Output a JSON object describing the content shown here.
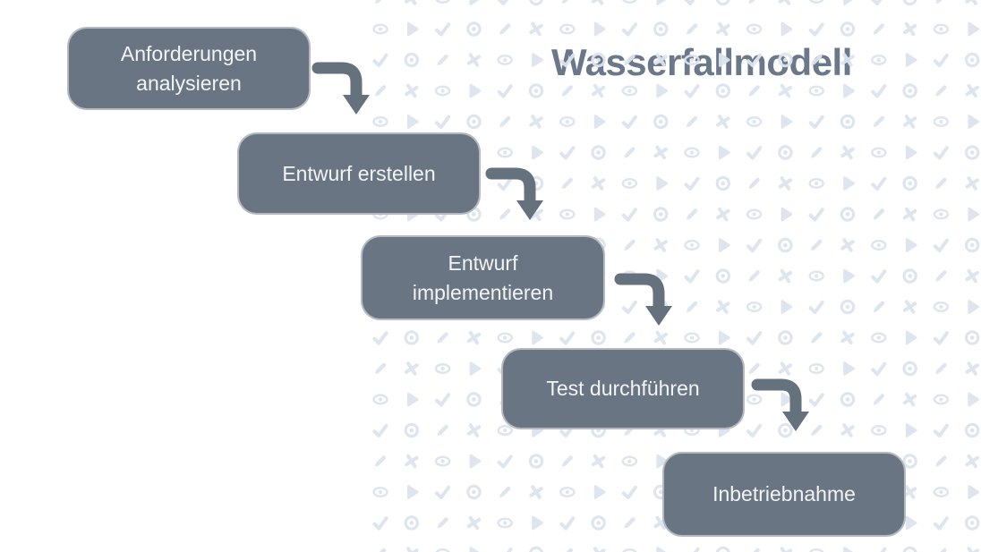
{
  "title": {
    "text": "Wasserfallmodell"
  },
  "diagram": {
    "steps": [
      {
        "label": "Anforderungen analysieren"
      },
      {
        "label": "Entwurf erstellen"
      },
      {
        "label": "Entwurf implementieren"
      },
      {
        "label": "Test durchführen"
      },
      {
        "label": "Inbetriebnahme"
      }
    ]
  },
  "colors": {
    "background": "#ffffff",
    "box_fill": "#6a7583",
    "box_border": "rgba(255,255,255,0.5)",
    "box_text": "#f2f4f6",
    "arrow": "#66717e",
    "title_text": "#6b7889",
    "pattern_icon": "#dde4ef"
  },
  "pattern": {
    "icon_sequence": [
      "check-icon",
      "circle-dot-icon",
      "pencil-icon",
      "cross-icon",
      "eye-icon",
      "play-icon"
    ]
  }
}
